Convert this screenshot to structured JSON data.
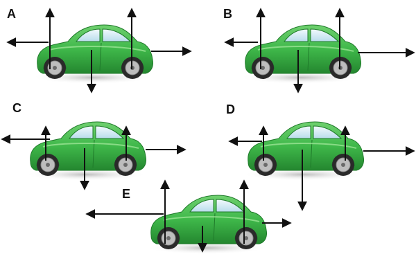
{
  "colors": {
    "car_body": "#3fb84a",
    "car_body_dark": "#24862f",
    "car_highlight": "#8fe08f",
    "window": "#d6ecf6",
    "tire": "#2a2a2a",
    "rim": "#bdbdbd",
    "shadow": "#c9c9c9",
    "arrow": "#111111"
  },
  "panels": [
    {
      "id": "A",
      "label": "A"
    },
    {
      "id": "B",
      "label": "B"
    },
    {
      "id": "C",
      "label": "C"
    },
    {
      "id": "D",
      "label": "D"
    },
    {
      "id": "E",
      "label": "E"
    }
  ]
}
